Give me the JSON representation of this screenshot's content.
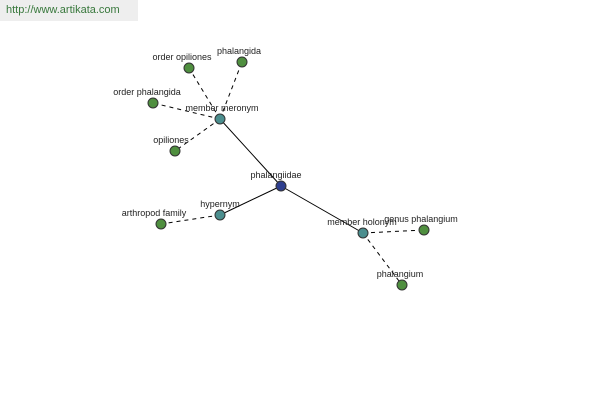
{
  "header": {
    "url": "http://www.artikata.com"
  },
  "colors": {
    "center": "#2e3f8f",
    "relation": "#4b8e8e",
    "leaf": "#4f8f3f",
    "url_text": "#38783c"
  },
  "graph": {
    "center": "phalangiidae",
    "relations": {
      "member_meronym": "member meronym",
      "hypernym": "hypernym",
      "member_holonym": "member holonym"
    },
    "terms": {
      "order_opiliones": "order opiliones",
      "phalangida": "phalangida",
      "order_phalangida": "order phalangida",
      "opiliones": "opiliones",
      "arthropod_family": "arthropod family",
      "genus_phalangium": "genus phalangium",
      "phalangium": "phalangium"
    }
  }
}
